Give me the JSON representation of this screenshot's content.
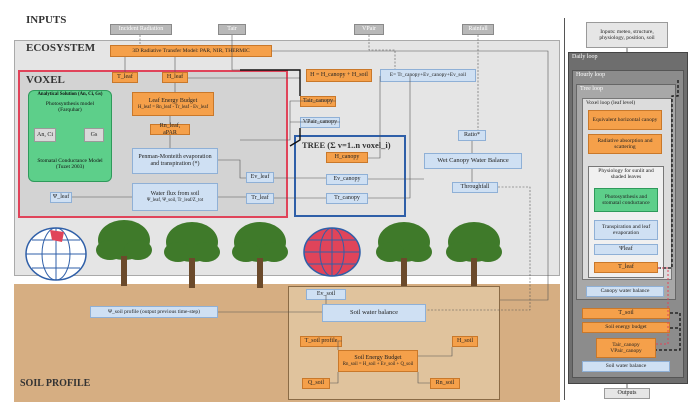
{
  "headers": {
    "inputs": "INPUTS",
    "ecosystem": "ECOSYSTEM",
    "voxel": "VOXEL",
    "tree": "TREE (Σ v=1..n voxel_i)",
    "soil": "SOIL PROFILE"
  },
  "inputs": {
    "radiation": "Incident Radiation",
    "tair": "Tair",
    "vpair": "VPair",
    "rainfall": "Rainfall"
  },
  "ecosystem": {
    "radiative_model": "3D Radiative Transfer Model: PAR, NIR, THERMIC",
    "h_eq": "H = H_canopy + H_soil",
    "e_eq": "E= Tr_canopy+Ev_canopy+Ev_soil",
    "tair_canopy": "Tair_canopy",
    "vpair_canopy": "VPair_canopy",
    "ratio": "Ratio*",
    "wet_canopy": "Wet Canopy Water Balance",
    "throughfall": "Throughfall"
  },
  "voxel": {
    "tleaf": "T_leaf",
    "hleaf": "H_leaf",
    "analytical_title": "Analytical Solution (An, Ci, Gs)",
    "photosynthesis": "Photosynthesis model (Farquhar)",
    "an_ci": "An, Ci",
    "gs": "Gs",
    "stomatal": "Stomatal Conductance Model (Tuzet 2003)",
    "leaf_energy": "Leaf Energy Budget",
    "leaf_energy_eq": "H_leaf = Rn_leaf - Tr_leaf - Ev_leaf",
    "rn_apar": "Rn_leaf, aPAR",
    "penman": "Penman-Monteith evaporation and transpiration (*)",
    "psi_leaf": "Ψ_leaf",
    "water_flux": "Water flux from soil",
    "water_flux_eq": "Ψ_leaf, Ψ_soil, Tr_leaf/Z_tot",
    "ev_leaf": "Ev_leaf",
    "tr_leaf": "Tr_leaf"
  },
  "tree": {
    "h_canopy": "H_canopy",
    "ev_canopy": "Ev_canopy",
    "tr_canopy": "Tr_canopy"
  },
  "soil": {
    "ev_soil": "Ev_soil",
    "psi_profile": "Ψ_soil profile (output previous time-step)",
    "water_balance": "Soil water balance",
    "t_profile": "T_soil profile",
    "h_soil": "H_soil",
    "energy_budget": "Soil Energy Budget",
    "energy_eq": "Rn_soil = H_soil + Ev_soil + Q_soil",
    "q_soil": "Q_soil",
    "rn_soil": "Rn_soil"
  },
  "right_panel": {
    "inputs": "Inputs: meteo, structure, physiology, position, soil",
    "daily": "Daily loop",
    "hourly": "Hourly loop",
    "tree_loop": "Tree loop",
    "voxel_loop": "Voxel loop (leaf level)",
    "equiv": "Equivalent horizontal canopy",
    "radiative": "Radiative absorption and scattering",
    "physiology": "Physiology for sunlit and shaded leaves",
    "photo": "Photosynthesis and stomatal conductance",
    "transpiration": "Transpiration and leaf evaporation",
    "psi_leaf": "Ψleaf",
    "t_leaf": "T_leaf",
    "canopy_wb": "Canopy water balance",
    "t_soil": "T_soil",
    "soil_eb": "Soil energy budget",
    "tair_vp": "Tair_canopy VPair_canopy",
    "soil_wb": "Soil water balance",
    "outputs": "Outputs"
  },
  "colors": {
    "orange": "#f5a04a",
    "blue": "#cfe0f3",
    "green": "#5dcf8a",
    "voxel_border": "#e0445a",
    "tree_border": "#2f5fa8",
    "soil_fill": "#d9b48a"
  }
}
